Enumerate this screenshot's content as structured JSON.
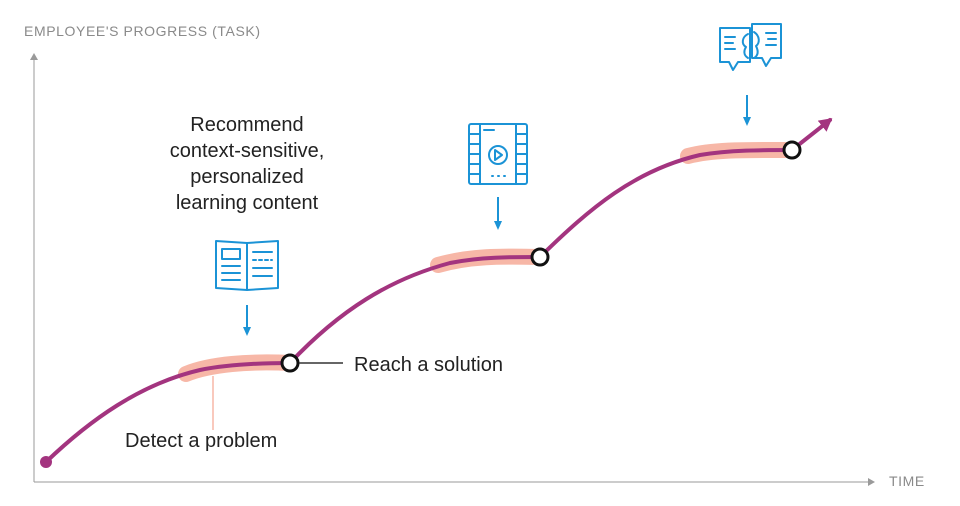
{
  "colors": {
    "axis": "#9a9a9a",
    "curve": "#a3347f",
    "highlight": "#f7b7a7",
    "icon": "#1b93d6",
    "text": "#222222",
    "axis_text": "#8a8a8a"
  },
  "axes": {
    "y_label": "EMPLOYEE'S PROGRESS (TASK)",
    "x_label": "TIME"
  },
  "annotations": {
    "recommend_line1": "Recommend",
    "recommend_line2": "context-sensitive,",
    "recommend_line3": "personalized",
    "recommend_line4": "learning content",
    "reach_solution": "Reach a solution",
    "detect_problem": "Detect a problem"
  },
  "icons": [
    "book-icon",
    "video-icon",
    "conversation-icon"
  ]
}
